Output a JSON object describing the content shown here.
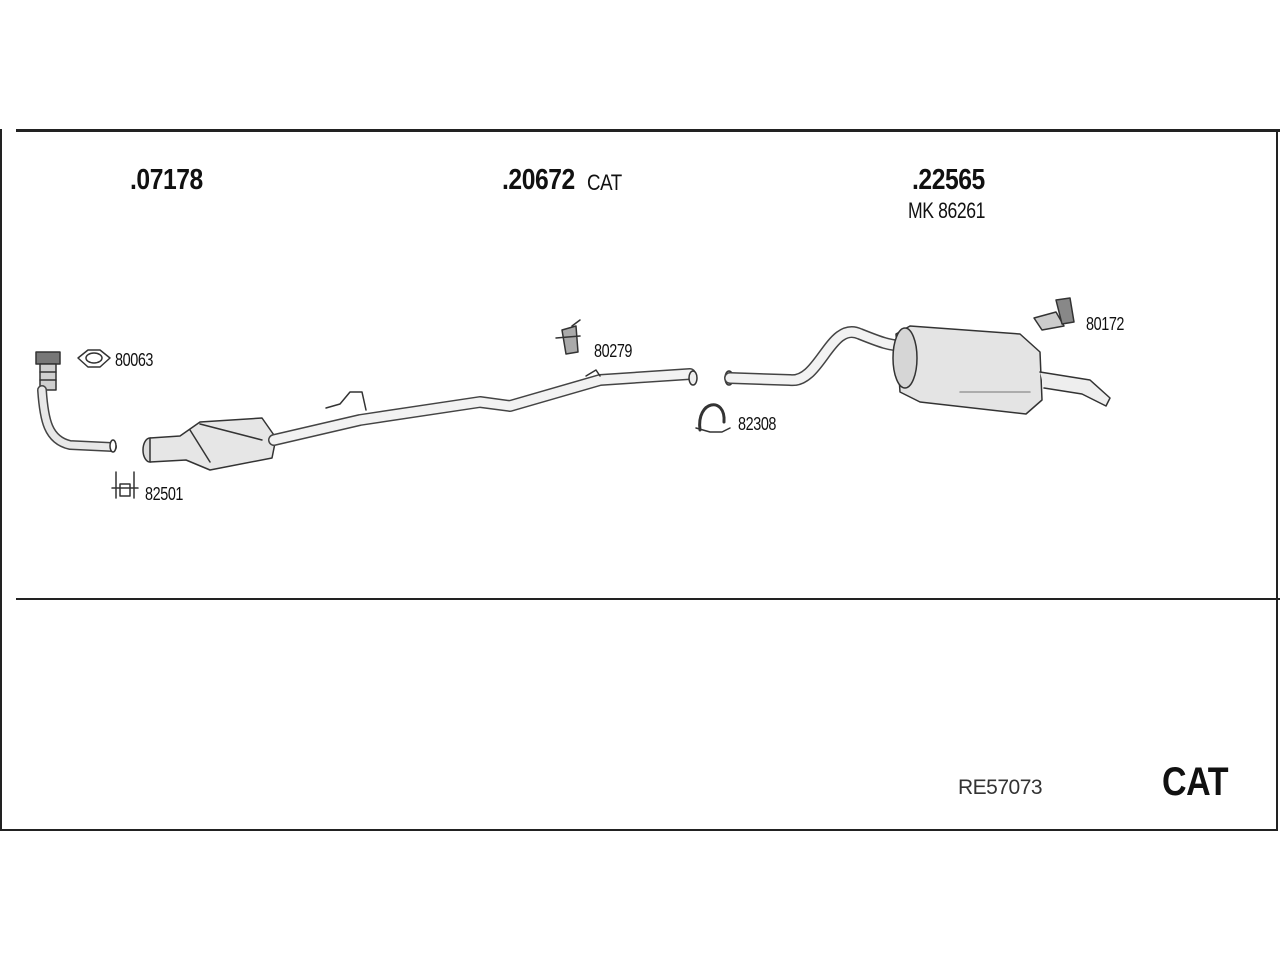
{
  "parts": {
    "part_a": ".07178",
    "part_b": ".20672",
    "part_b_suffix": "CAT",
    "part_c": ".22565",
    "part_c_sub": "MK  86261"
  },
  "accessories": {
    "gasket": "80063",
    "bracket_clamp": "82501",
    "hanger_mid": "80279",
    "clamp_mid": "82308",
    "hanger_rear": "80172"
  },
  "footer": {
    "set_code": "RE57073",
    "type": "CAT"
  }
}
